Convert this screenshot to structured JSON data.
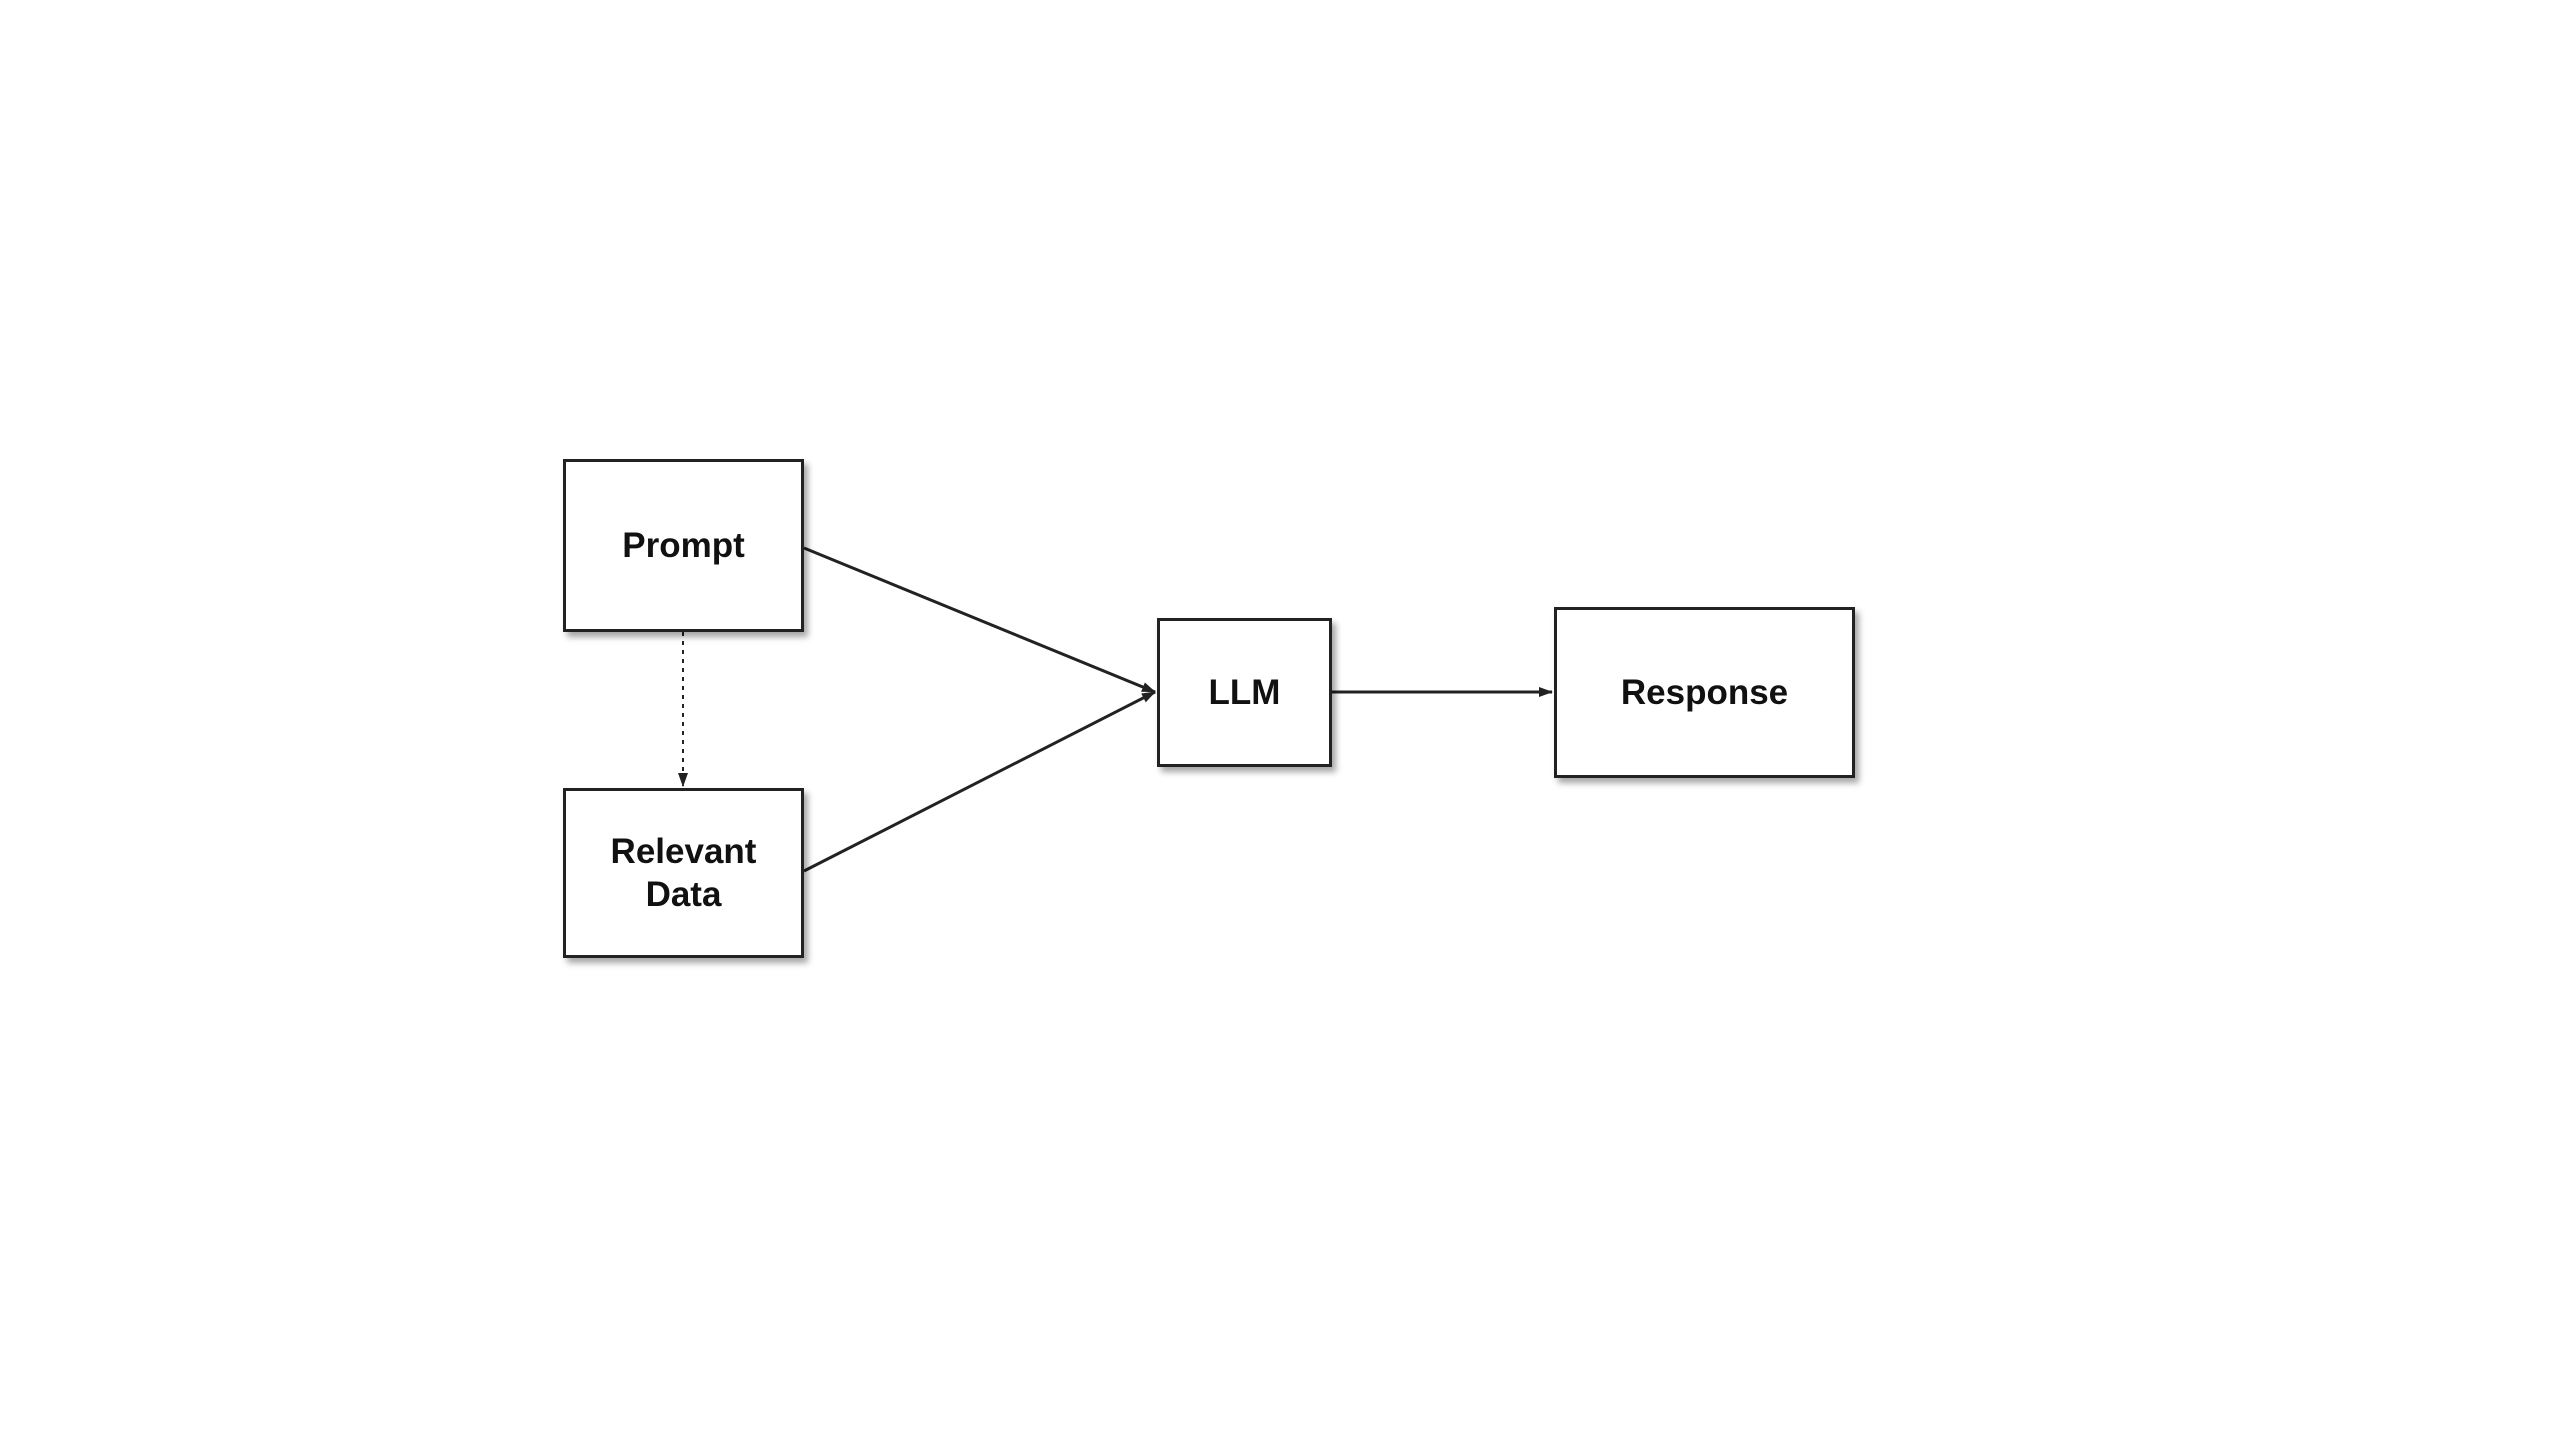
{
  "diagram": {
    "nodes": {
      "prompt": {
        "label": "Prompt"
      },
      "relevant_data": {
        "label": "Relevant\nData"
      },
      "llm": {
        "label": "LLM"
      },
      "response": {
        "label": "Response"
      }
    },
    "edges": [
      {
        "from": "Prompt",
        "to": "Relevant Data",
        "style": "dotted"
      },
      {
        "from": "Prompt",
        "to": "LLM",
        "style": "solid"
      },
      {
        "from": "Relevant Data",
        "to": "LLM",
        "style": "solid"
      },
      {
        "from": "LLM",
        "to": "Response",
        "style": "solid"
      }
    ],
    "colors": {
      "stroke": "#222222",
      "background": "#ffffff",
      "text": "#111111"
    }
  }
}
